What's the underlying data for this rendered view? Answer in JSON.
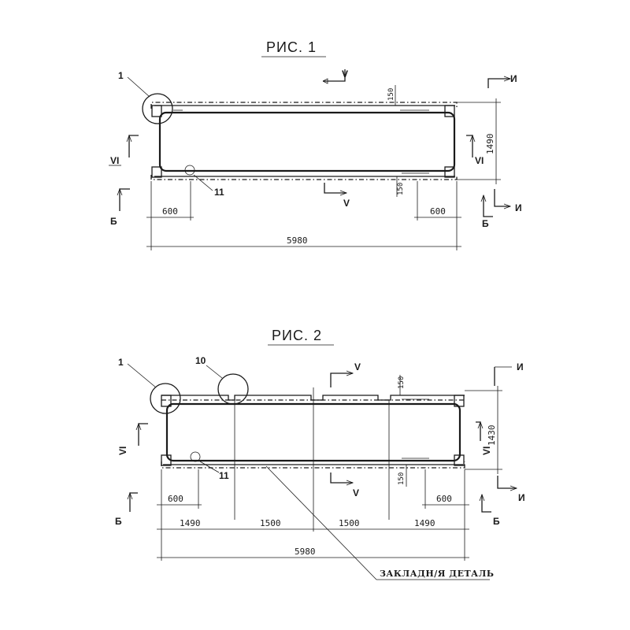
{
  "figure1": {
    "title": "РИС. 1",
    "callouts": {
      "detail_1": "1",
      "detail_11": "11"
    },
    "dims": {
      "top_offset": "150",
      "bottom_offset": "150",
      "height": "1490",
      "left_600": "600",
      "right_600": "600",
      "overall": "5980"
    },
    "sections": {
      "v_top": "V",
      "v_bottom": "V",
      "vi_left": "VI",
      "vi_right": "VI",
      "b_left": "Б",
      "b_right": "Б",
      "i_top": "И",
      "i_bottom": "И"
    }
  },
  "figure2": {
    "title": "РИС. 2",
    "callouts": {
      "detail_1": "1",
      "detail_10": "10",
      "detail_11": "11"
    },
    "dims": {
      "top_offset": "150",
      "bottom_offset": "150",
      "height": "1430",
      "left_600": "600",
      "right_600": "600",
      "seg1": "1490",
      "seg2": "1500",
      "seg3": "1500",
      "seg4": "1490",
      "overall": "5980"
    },
    "sections": {
      "v_top": "V",
      "v_bottom": "V",
      "vi_left": "VI",
      "vi_right": "VI",
      "b_left": "Б",
      "b_right": "Б",
      "i_top": "И",
      "i_bottom": "И"
    },
    "note": "ЗАКЛАДН/Я ДЕТАЛЬ"
  }
}
